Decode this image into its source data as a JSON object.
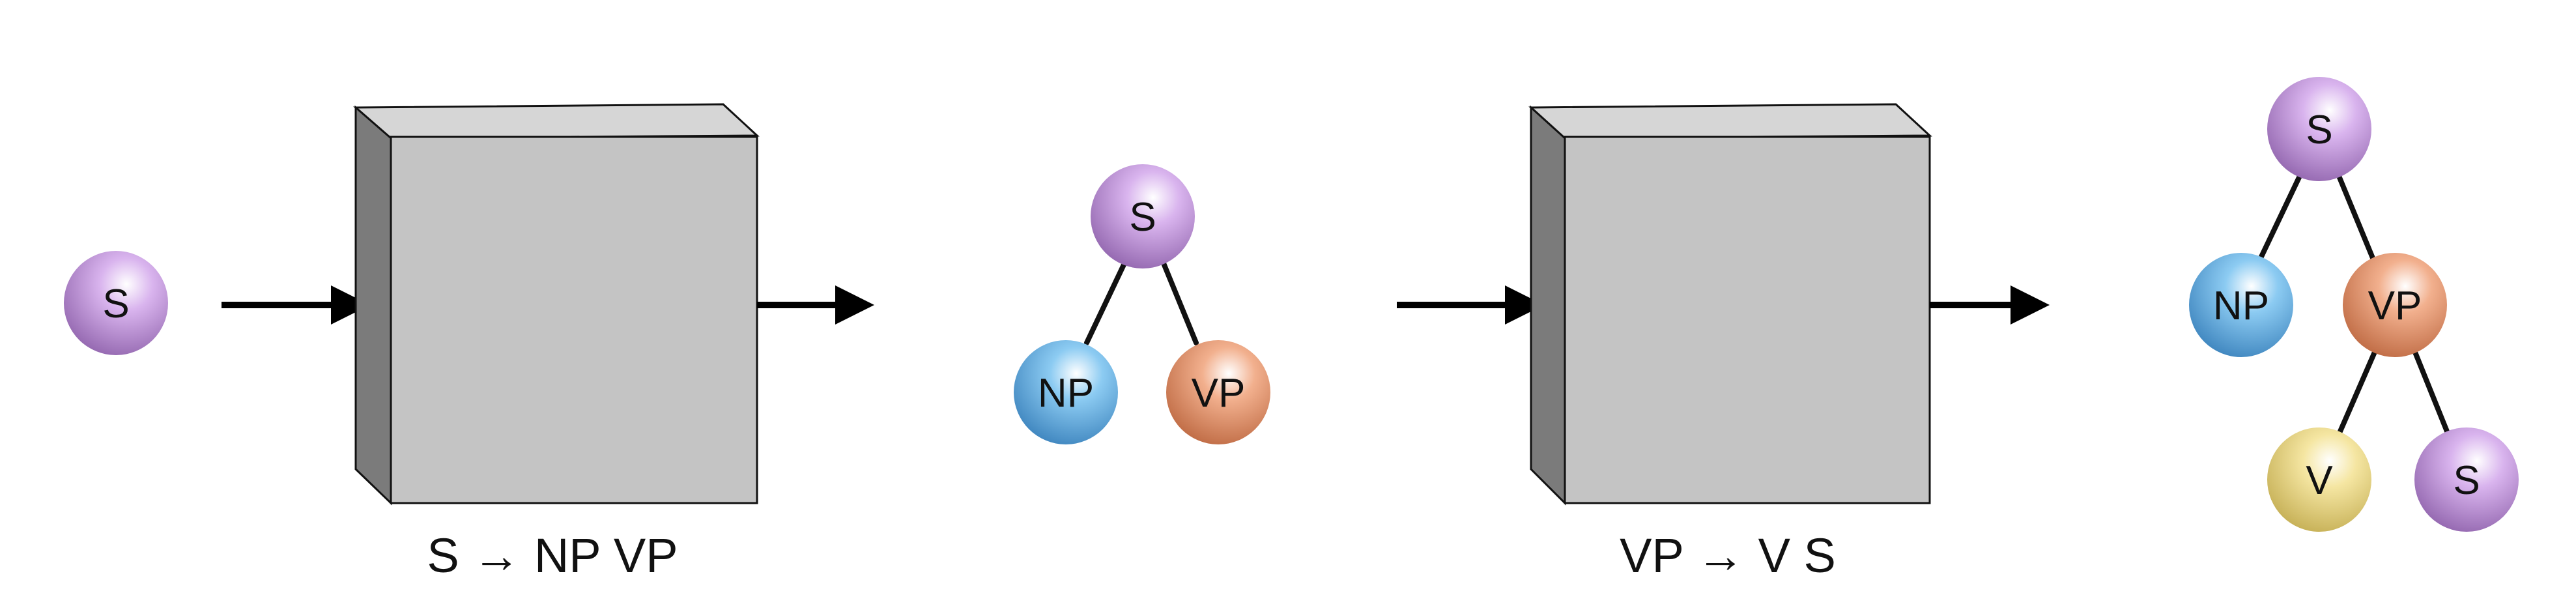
{
  "colors": {
    "S": "#c79be0",
    "NP": "#6cb8e8",
    "VP": "#ec9a72",
    "V": "#eedd88",
    "box_front": "#c4c4c4",
    "box_side": "#7b7b7b",
    "box_top": "#d6d6d6"
  },
  "input_node": {
    "label": "S"
  },
  "rule1": {
    "label": "S → NP VP"
  },
  "rule2": {
    "label": "VP → V S"
  },
  "tree1": {
    "root": "S",
    "children": [
      "NP",
      "VP"
    ]
  },
  "tree2": {
    "root": "S",
    "children": [
      "NP",
      "VP"
    ],
    "vp_children": [
      "V",
      "S"
    ]
  }
}
